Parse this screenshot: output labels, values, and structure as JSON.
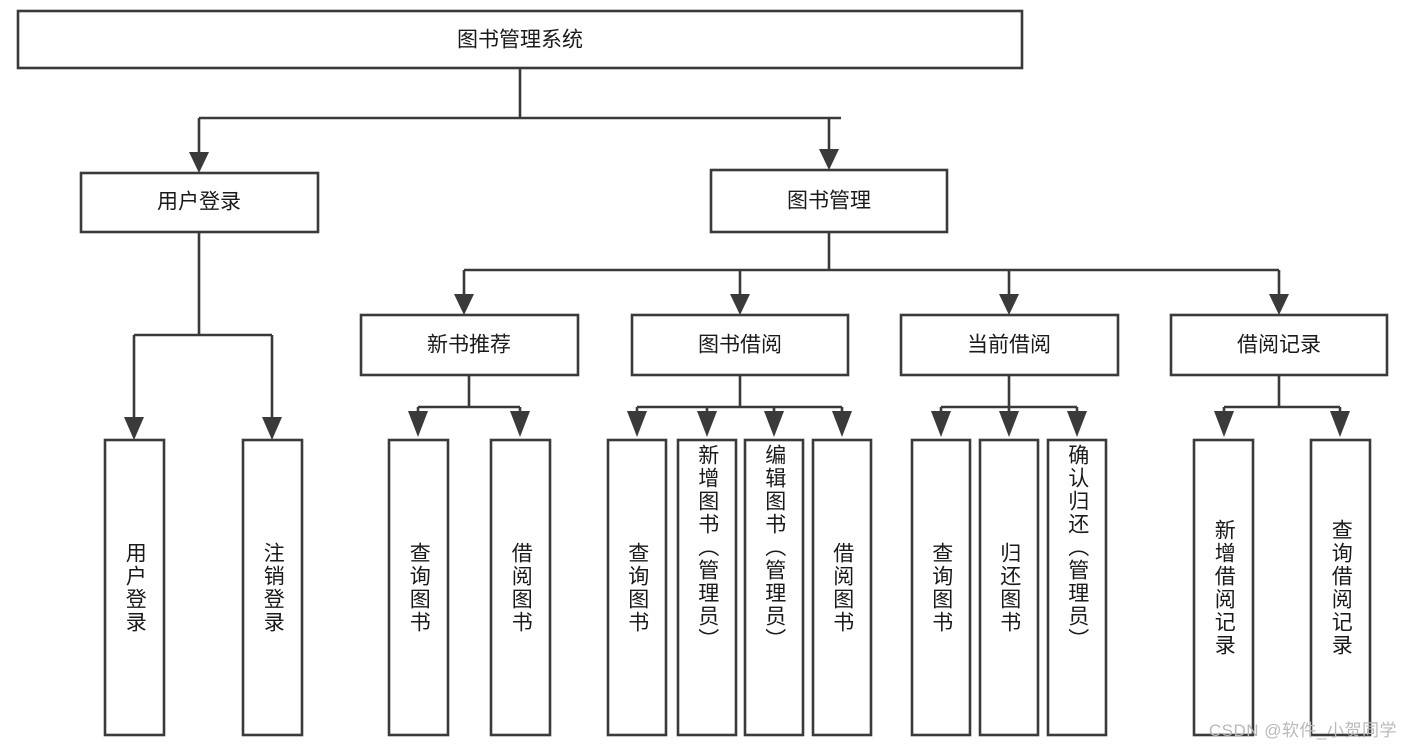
{
  "diagram": {
    "type": "tree-hierarchy",
    "root": {
      "id": "root",
      "label": "图书管理系统",
      "orientation": "horizontal"
    },
    "level2": [
      {
        "id": "user-login",
        "label": "用户登录",
        "orientation": "horizontal"
      },
      {
        "id": "book-manage",
        "label": "图书管理",
        "orientation": "horizontal"
      }
    ],
    "level3": [
      {
        "id": "new-book-recommend",
        "label": "新书推荐",
        "orientation": "horizontal",
        "parent": "book-manage"
      },
      {
        "id": "book-borrow",
        "label": "图书借阅",
        "orientation": "horizontal",
        "parent": "book-manage"
      },
      {
        "id": "current-borrow",
        "label": "当前借阅",
        "orientation": "horizontal",
        "parent": "book-manage"
      },
      {
        "id": "borrow-record",
        "label": "借阅记录",
        "orientation": "horizontal",
        "parent": "book-manage"
      }
    ],
    "leaves": [
      {
        "id": "leaf-user-login",
        "label": "用户登录",
        "orientation": "vertical",
        "parent": "user-login"
      },
      {
        "id": "leaf-logout-login",
        "label": "注销登录",
        "orientation": "vertical",
        "parent": "user-login"
      },
      {
        "id": "leaf-query-book-1",
        "label": "查询图书",
        "orientation": "vertical",
        "parent": "new-book-recommend"
      },
      {
        "id": "leaf-borrow-book-1",
        "label": "借阅图书",
        "orientation": "vertical",
        "parent": "new-book-recommend"
      },
      {
        "id": "leaf-query-book-2",
        "label": "查询图书",
        "orientation": "vertical",
        "parent": "book-borrow"
      },
      {
        "id": "leaf-add-book",
        "label": "新增图书（管理员）",
        "orientation": "vertical",
        "parent": "book-borrow"
      },
      {
        "id": "leaf-edit-book",
        "label": "编辑图书（管理员）",
        "orientation": "vertical",
        "parent": "book-borrow"
      },
      {
        "id": "leaf-borrow-book-2",
        "label": "借阅图书",
        "orientation": "vertical",
        "parent": "book-borrow"
      },
      {
        "id": "leaf-query-book-3",
        "label": "查询图书",
        "orientation": "vertical",
        "parent": "current-borrow"
      },
      {
        "id": "leaf-return-book",
        "label": "归还图书",
        "orientation": "vertical",
        "parent": "current-borrow"
      },
      {
        "id": "leaf-confirm-return",
        "label": "确认归还（管理员）",
        "orientation": "vertical",
        "parent": "current-borrow"
      },
      {
        "id": "leaf-add-record",
        "label": "新增借阅记录",
        "orientation": "vertical",
        "parent": "borrow-record"
      },
      {
        "id": "leaf-query-record",
        "label": "查询借阅记录",
        "orientation": "vertical",
        "parent": "borrow-record"
      }
    ]
  },
  "watermark": {
    "text": "CSDN @软件_小贺同学"
  },
  "colors": {
    "stroke": "#3a3a3a",
    "fill": "#ffffff",
    "text": "#1a1a1a",
    "watermark": "#b9b9b9"
  }
}
